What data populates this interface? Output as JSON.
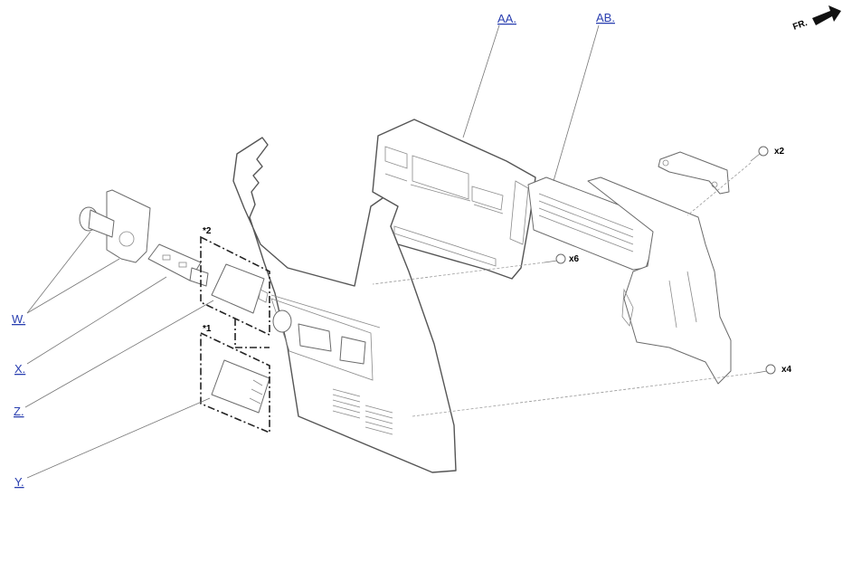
{
  "callouts": {
    "W": "W.",
    "X": "X.",
    "Z": "Z.",
    "Y": "Y.",
    "AA": "AA.",
    "AB": "AB."
  },
  "quantities": {
    "x2": "x2",
    "x6": "x6",
    "x4": "x4"
  },
  "notes": {
    "n1": "*1",
    "n2": "*2"
  },
  "front_indicator": "FR."
}
